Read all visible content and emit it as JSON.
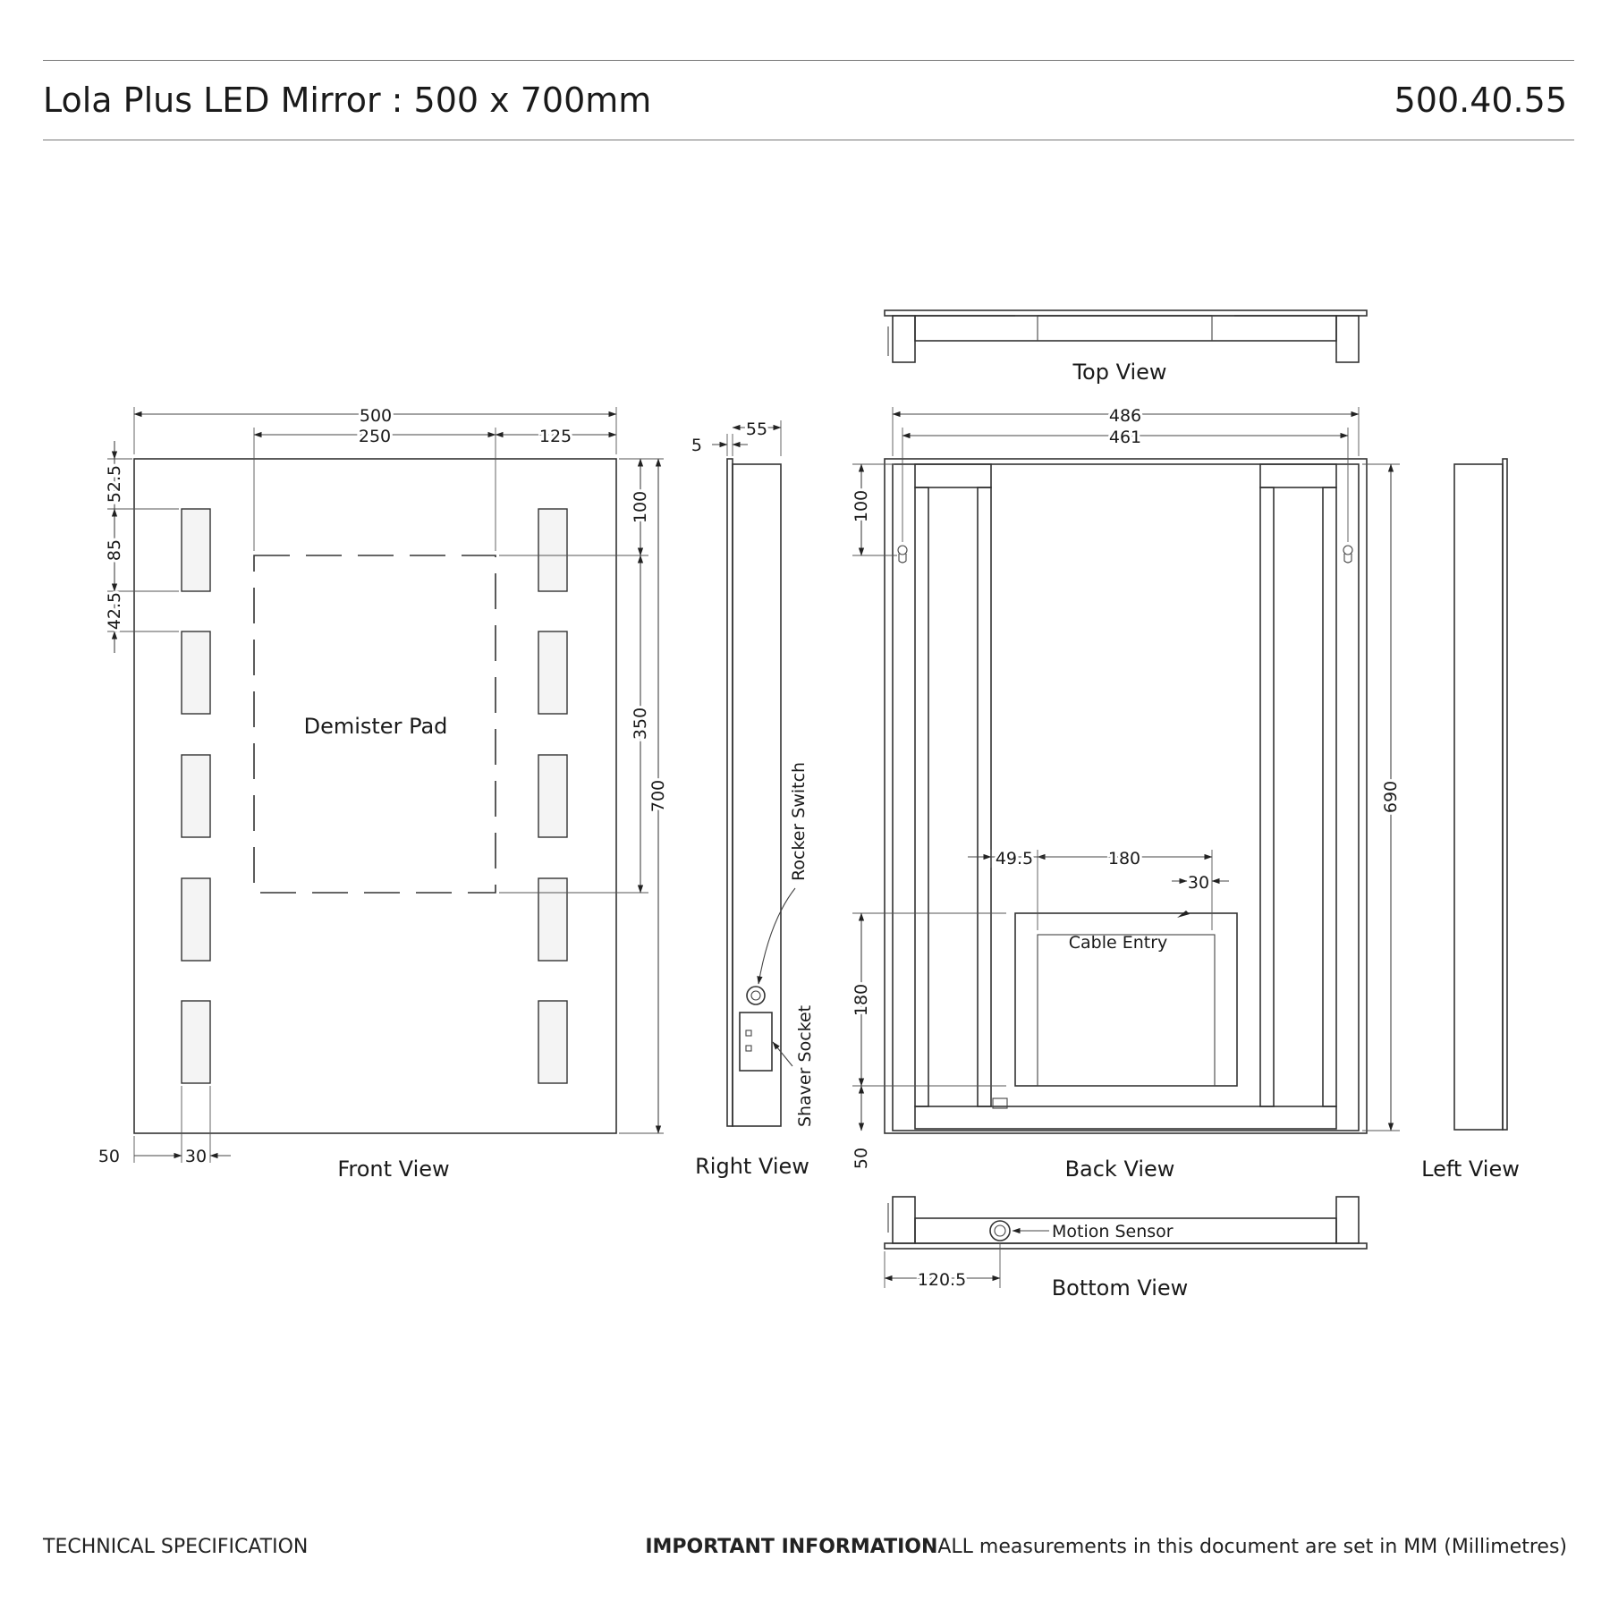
{
  "header": {
    "title": "Lola Plus LED Mirror : 500 x 700mm",
    "code": "500.40.55"
  },
  "views": {
    "front": "Front View",
    "right": "Right View",
    "top": "Top View",
    "back": "Back View",
    "left": "Left View",
    "bottom": "Bottom View"
  },
  "front_dims": {
    "width_total": "500",
    "pad_width": "250",
    "pad_right_offset": "125",
    "top_gap": "52.5",
    "led_height": "85",
    "led_spacing": "42.5",
    "pad_top_offset": "100",
    "pad_height": "350",
    "height_total": "700",
    "left_margin": "50",
    "led_width": "30"
  },
  "front_labels": {
    "demister": "Demister Pad"
  },
  "right_dims": {
    "depth": "55",
    "glass": "5"
  },
  "right_labels": {
    "rocker": "Rocker Switch",
    "shaver": "Shaver Socket"
  },
  "back_dims": {
    "width_outer": "486",
    "width_hooks": "461",
    "hook_offset": "100",
    "height": "690",
    "box_left": "49.5",
    "box_width": "180",
    "cable_offset": "30",
    "box_height": "180",
    "bottom_gap": "50"
  },
  "back_labels": {
    "cable": "Cable Entry"
  },
  "bottom_dims": {
    "sensor_offset": "120.5"
  },
  "bottom_labels": {
    "motion": "Motion Sensor"
  },
  "footer": {
    "left": "TECHNICAL SPECIFICATION",
    "important_label": "IMPORTANT INFORMATION",
    "important_text": "ALL measurements in this document are set in MM (Millimetres)"
  }
}
